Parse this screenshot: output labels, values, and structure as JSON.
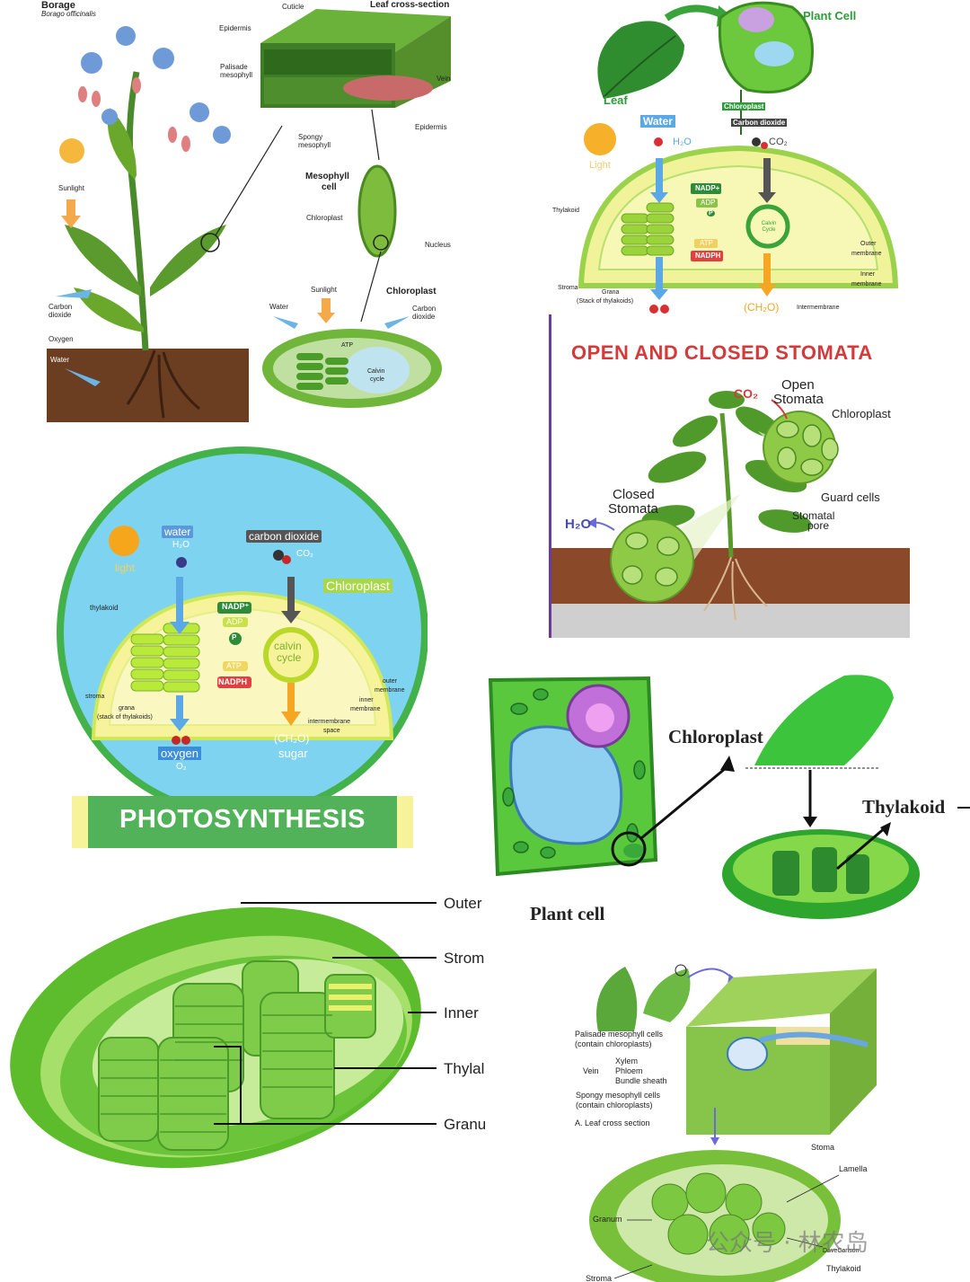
{
  "panel1": {
    "title": "Borage",
    "subtitle": "Borago officinalis",
    "heading": "Leaf cross-section",
    "cuticle": "Cuticle",
    "epidermis_top": "Epidermis",
    "palisade_1": "Palisade",
    "palisade_2": "mesophyll",
    "vein": "Vein",
    "epidermis_bottom": "Epidermis",
    "spongy_1": "Spongy",
    "spongy_2": "mesophyll",
    "mesophyll_cell_1": "Mesophyll",
    "mesophyll_cell_2": "cell",
    "chloroplast_small": "Chloroplast",
    "nucleus": "Nucleus",
    "sunlight_left": "Sunlight",
    "sunlight_right": "Sunlight",
    "chloroplast_bold": "Chloroplast",
    "carbon_left_1": "Carbon",
    "carbon_left_2": "dioxide",
    "oxygen": "Oxygen",
    "water_left": "Water",
    "water_right": "Water",
    "carbon_right_1": "Carbon",
    "carbon_right_2": "dioxide",
    "atp": "ATP",
    "calvin_1": "Calvin",
    "calvin_2": "cycle"
  },
  "panel2": {
    "plant_cell": "Plant Cell",
    "leaf": "Leaf",
    "chloroplast": "Chloroplast",
    "water": "Water",
    "h2o": "H₂O",
    "carbon_dioxide": "Carbon dioxide",
    "co2": "CO₂",
    "light": "Light",
    "thylakoid": "Thylakoid",
    "nadp": "NADP+",
    "adp": "ADP",
    "p": "P",
    "calvin": "Calvin Cycle",
    "atp": "ATP",
    "nadph": "NADPH",
    "outer_1": "Outer",
    "outer_2": "membrane",
    "inner_1": "Inner",
    "inner_2": "membrane",
    "stroma": "Stroma",
    "grana_1": "Grana",
    "grana_2": "(Stack of thylakoids)",
    "ch2o": "(CH₂O)",
    "intermembrane": "Intermembrane"
  },
  "panel3": {
    "title": "OPEN AND CLOSED STOMATA",
    "co2": "CO₂",
    "open_1": "Open",
    "open_2": "Stomata",
    "chloroplast": "Chloroplast",
    "closed_1": "Closed",
    "closed_2": "Stomata",
    "h2o": "H₂O",
    "guard": "Guard cells",
    "pore_1": "Stomatal",
    "pore_2": "pore"
  },
  "panel4": {
    "water": "water",
    "h2o": "H₂O",
    "carbon_dioxide": "carbon dioxide",
    "co2": "CO₂",
    "light": "light",
    "chloroplast": "Chloroplast",
    "thylakoid": "thylakoid",
    "nadp": "NADP⁺",
    "adp": "ADP",
    "p": "P",
    "calvin_1": "calvin",
    "calvin_2": "cycle",
    "atp": "ATP",
    "nadph": "NADPH",
    "outer_1": "outer",
    "outer_2": "membrane",
    "inner_1": "inner",
    "inner_2": "membrane",
    "stroma": "stroma",
    "grana_1": "grana",
    "grana_2": "(stack of thylakoids)",
    "intermembrane_1": "intermembrane",
    "intermembrane_2": "space",
    "oxygen": "oxygen",
    "o2": "O₂",
    "ch2o": "(CH₂O)",
    "sugar": "sugar",
    "banner": "PHOTOSYNTHESIS"
  },
  "panel5": {
    "chloroplast": "Chloroplast",
    "thylakoid": "Thylakoid",
    "plant_cell": "Plant cell"
  },
  "panel6": {
    "outer": "Outer",
    "stroma": "Strom",
    "inner": "Inner",
    "thylakoid": "Thylal",
    "granum": "Granu"
  },
  "panel7": {
    "palisade_1": "Palisade mesophyll cells",
    "palisade_2": "(contain chloroplasts)",
    "vein": "Vein",
    "xylem": "Xylem",
    "phloem": "Phloem",
    "bundle": "Bundle sheath",
    "spongy_1": "Spongy mesophyll cells",
    "spongy_2": "(contain chloroplasts)",
    "caption": "A. Leaf cross section",
    "stoma": "Stoma",
    "lamella": "Lamella",
    "granum": "Granum",
    "credit": "DaveCarlson",
    "thylakoid": "Thylakoid",
    "stroma": "Stroma",
    "watermark": "公众号 · 林农岛"
  },
  "colors": {
    "leaf_green": "#6aa82c",
    "bright_green": "#4cc43c",
    "chloroplast_yellow": "#f4f29a",
    "stomata_title_red": "#d43a3a",
    "banner_green": "#52b25a",
    "circle_blue": "#7ed3f0",
    "arrow_blue": "#5aa8e6",
    "arrow_orange": "#f5a623"
  }
}
